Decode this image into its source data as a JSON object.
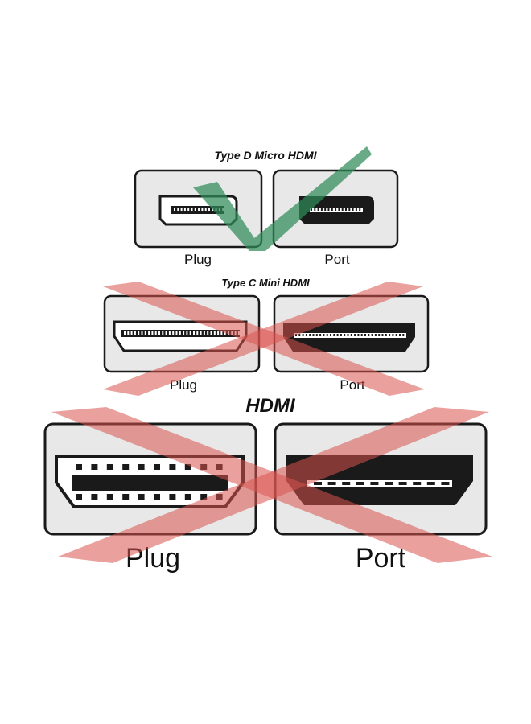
{
  "sections": [
    {
      "title": "Type D Micro HDMI",
      "plug_label": "Plug",
      "port_label": "Port",
      "verdict": "correct",
      "verdict_icon": "check-mark-icon"
    },
    {
      "title": "Type C Mini HDMI",
      "plug_label": "Plug",
      "port_label": "Port",
      "verdict": "incorrect",
      "verdict_icon": "cross-mark-icon"
    },
    {
      "title": "HDMI",
      "plug_label": "Plug",
      "port_label": "Port",
      "verdict": "incorrect",
      "verdict_icon": "cross-mark-icon"
    }
  ],
  "colors": {
    "check": "#2e8b57",
    "cross": "#d9534f",
    "frame_fill": "#e8e8e8",
    "connector": "#1a1a1a"
  }
}
